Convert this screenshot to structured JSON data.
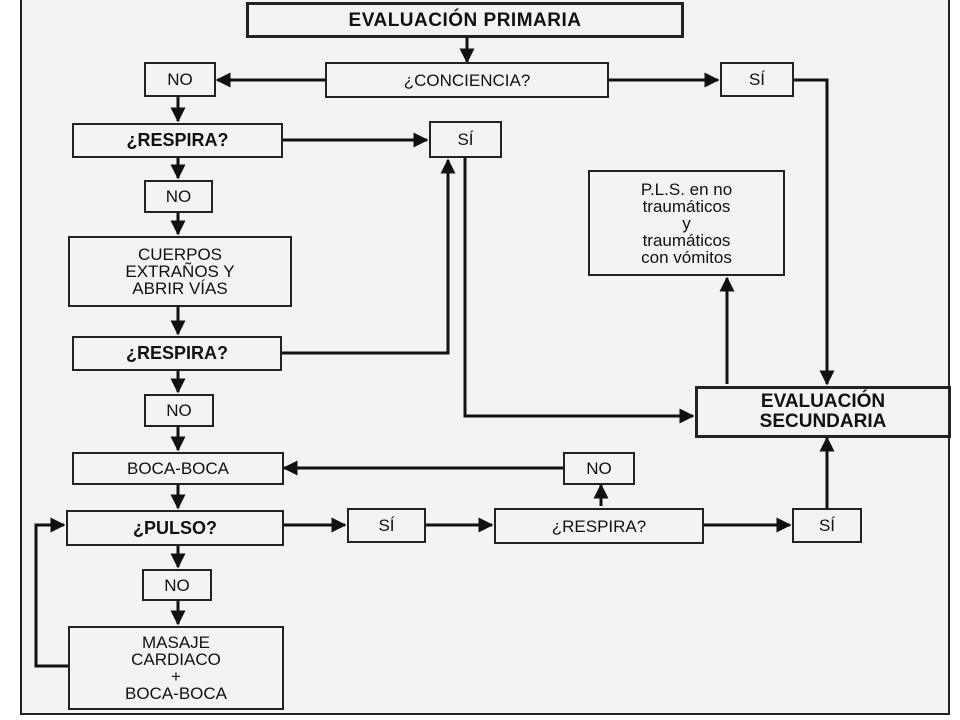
{
  "nodes": {
    "title": "EVALUACIÓN PRIMARIA",
    "conciencia_q": "¿CONCIENCIA?",
    "no_conciencia": "NO",
    "si_conciencia": "SÍ",
    "respira_q1": "¿RESPIRA?",
    "si_respira": "SÍ",
    "no_respira1": "NO",
    "cuerpos_extranos": "CUERPOS\nEXTRAÑOS Y\nABRIR VÍAS",
    "respira_q2": "¿RESPIRA?",
    "no_respira2": "NO",
    "boca_boca": "BOCA-BOCA",
    "pulso_q": "¿PULSO?",
    "no_pulso": "NO",
    "si_pulso": "SÍ",
    "respira_q3": "¿RESPIRA?",
    "no_respira3": "NO",
    "si_respira3": "SÍ",
    "masaje": "MASAJE\nCARDIACO\n+\nBOCA-BOCA",
    "pls": "P.L.S. en no\ntraumáticos\ny\ntraumáticos\ncon vómitos",
    "eval_secundaria": "EVALUACIÓN\nSECUNDARIA"
  }
}
